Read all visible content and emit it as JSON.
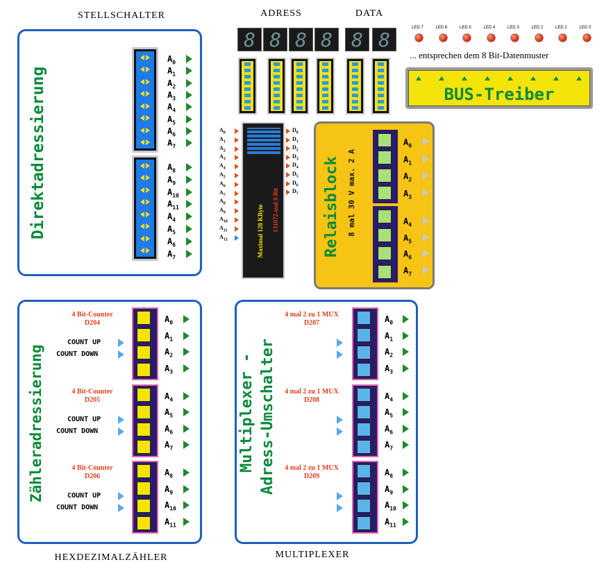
{
  "titles": {
    "stellschalter": "STELLSCHALTER",
    "adress": "ADRESS",
    "data": "DATA",
    "hexzaehler": "HEXDEZIMALZÄHLER",
    "multiplexer": "MULTIPLEXER"
  },
  "direkt": {
    "vertical_title": "Direktadressierung",
    "labels_top": [
      {
        "a": "A",
        "s": "0"
      },
      {
        "a": "A",
        "s": "1"
      },
      {
        "a": "A",
        "s": "2"
      },
      {
        "a": "A",
        "s": "3"
      },
      {
        "a": "A",
        "s": "4"
      },
      {
        "a": "A",
        "s": "5"
      },
      {
        "a": "A",
        "s": "6"
      },
      {
        "a": "A",
        "s": "7"
      }
    ],
    "labels_bottom": [
      {
        "a": "A",
        "s": "8"
      },
      {
        "a": "A",
        "s": "9"
      },
      {
        "a": "A",
        "s": "10"
      },
      {
        "a": "A",
        "s": "11"
      },
      {
        "a": "A",
        "s": "4"
      },
      {
        "a": "A",
        "s": "5"
      },
      {
        "a": "A",
        "s": "6"
      },
      {
        "a": "A",
        "s": "7"
      }
    ]
  },
  "display": {
    "digits": [
      "8",
      "8",
      "8",
      "8",
      "8",
      "8"
    ],
    "led_labels": [
      "LED 7",
      "LED 6",
      "LED 5",
      "LED 4",
      "LED 3",
      "LED 2",
      "LED 1",
      "LED 0"
    ],
    "led_note": "... entsprechen dem 8 Bit-Datenmuster"
  },
  "bus": {
    "title": "BUS-Treiber"
  },
  "ram": {
    "addr_labels": [
      {
        "a": "A",
        "s": "0"
      },
      {
        "a": "A",
        "s": "1"
      },
      {
        "a": "A",
        "s": "2"
      },
      {
        "a": "A",
        "s": "3"
      },
      {
        "a": "A",
        "s": "4"
      },
      {
        "a": "A",
        "s": "5"
      },
      {
        "a": "A",
        "s": "6"
      },
      {
        "a": "A",
        "s": "7"
      },
      {
        "a": "A",
        "s": "8"
      },
      {
        "a": "A",
        "s": "9"
      },
      {
        "a": "A",
        "s": "10"
      },
      {
        "a": "A",
        "s": "11"
      },
      {
        "a": "A",
        "s": "12"
      }
    ],
    "data_labels": [
      {
        "a": "D",
        "s": "0"
      },
      {
        "a": "D",
        "s": "1"
      },
      {
        "a": "D",
        "s": "2"
      },
      {
        "a": "D",
        "s": "3"
      },
      {
        "a": "D",
        "s": "4"
      },
      {
        "a": "D",
        "s": "5"
      },
      {
        "a": "D",
        "s": "6"
      },
      {
        "a": "D",
        "s": "7"
      }
    ],
    "text_capacity": "Maximal 128 KByte",
    "text_org": "131072 mal 8 Bit"
  },
  "relais": {
    "title": "Relaisblock",
    "subtitle": "8 mal 30 V max. 2 A",
    "labels": [
      {
        "a": "A",
        "s": "0"
      },
      {
        "a": "A",
        "s": "1"
      },
      {
        "a": "A",
        "s": "2"
      },
      {
        "a": "A",
        "s": "3"
      },
      {
        "a": "A",
        "s": "4"
      },
      {
        "a": "A",
        "s": "5"
      },
      {
        "a": "A",
        "s": "6"
      },
      {
        "a": "A",
        "s": "7"
      }
    ]
  },
  "zaehler": {
    "vertical_title": "Zähleradressierung",
    "counters": [
      {
        "title1": "4 Bit-Counter",
        "title2": "D204",
        "up": "COUNT UP",
        "down": "COUNT DOWN",
        "labels": [
          {
            "a": "A",
            "s": "0"
          },
          {
            "a": "A",
            "s": "1"
          },
          {
            "a": "A",
            "s": "2"
          },
          {
            "a": "A",
            "s": "3"
          }
        ]
      },
      {
        "title1": "4 Bit-Counter",
        "title2": "D205",
        "up": "COUNT UP",
        "down": "COUNT DOWN",
        "labels": [
          {
            "a": "A",
            "s": "4"
          },
          {
            "a": "A",
            "s": "5"
          },
          {
            "a": "A",
            "s": "6"
          },
          {
            "a": "A",
            "s": "7"
          }
        ]
      },
      {
        "title1": "4 Bit-Counter",
        "title2": "D206",
        "up": "COUNT UP",
        "down": "COUNT DOWN",
        "labels": [
          {
            "a": "A",
            "s": "8"
          },
          {
            "a": "A",
            "s": "9"
          },
          {
            "a": "A",
            "s": "10"
          },
          {
            "a": "A",
            "s": "11"
          }
        ]
      }
    ]
  },
  "mux": {
    "vertical_title1": "Multiplexer -",
    "vertical_title2": "Adress-Umschalter",
    "blocks": [
      {
        "title1": "4 mal 2 zu 1 MUX",
        "title2": "D207",
        "labels": [
          {
            "a": "A",
            "s": "0"
          },
          {
            "a": "A",
            "s": "1"
          },
          {
            "a": "A",
            "s": "2"
          },
          {
            "a": "A",
            "s": "3"
          }
        ]
      },
      {
        "title1": "4 mal 2 zu 1 MUX",
        "title2": "D208",
        "labels": [
          {
            "a": "A",
            "s": "4"
          },
          {
            "a": "A",
            "s": "5"
          },
          {
            "a": "A",
            "s": "6"
          },
          {
            "a": "A",
            "s": "7"
          }
        ]
      },
      {
        "title1": "4 mal 2 zu 1 MUX",
        "title2": "D209",
        "labels": [
          {
            "a": "A",
            "s": "8"
          },
          {
            "a": "A",
            "s": "9"
          },
          {
            "a": "A",
            "s": "10"
          },
          {
            "a": "A",
            "s": "11"
          }
        ]
      }
    ]
  },
  "colors": {
    "panel_border": "#1e5fbf",
    "green_text": "#0a8a3a",
    "counter_fill": "#f5e400",
    "mux_fill": "#5ab4ea",
    "relay_fill": "#a8e07a",
    "relay_panel": "#f5c414",
    "bus_fill": "#f5e40a"
  }
}
